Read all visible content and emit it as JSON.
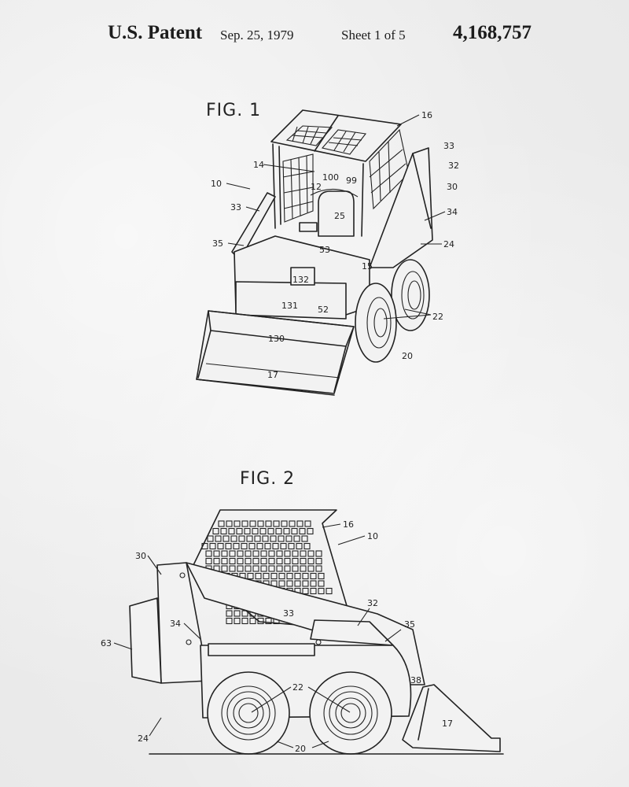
{
  "header": {
    "patent_label": "U.S. Patent",
    "date": "Sep. 25, 1979",
    "sheet": "Sheet 1 of 5",
    "patent_number": "4,168,757"
  },
  "figures": [
    {
      "title": "FIG. 1",
      "labels": [
        "16",
        "33",
        "32",
        "30",
        "34",
        "24",
        "14",
        "100",
        "99",
        "10",
        "12",
        "25",
        "33",
        "35",
        "53",
        "15",
        "132",
        "52",
        "131",
        "22",
        "130",
        "20",
        "17"
      ]
    },
    {
      "title": "FIG. 2",
      "labels": [
        "16",
        "10",
        "30",
        "32",
        "33",
        "34",
        "35",
        "63",
        "22",
        "38",
        "17",
        "24",
        "20"
      ]
    }
  ],
  "colors": {
    "paper": "#eeeeee",
    "ink": "#222222"
  }
}
